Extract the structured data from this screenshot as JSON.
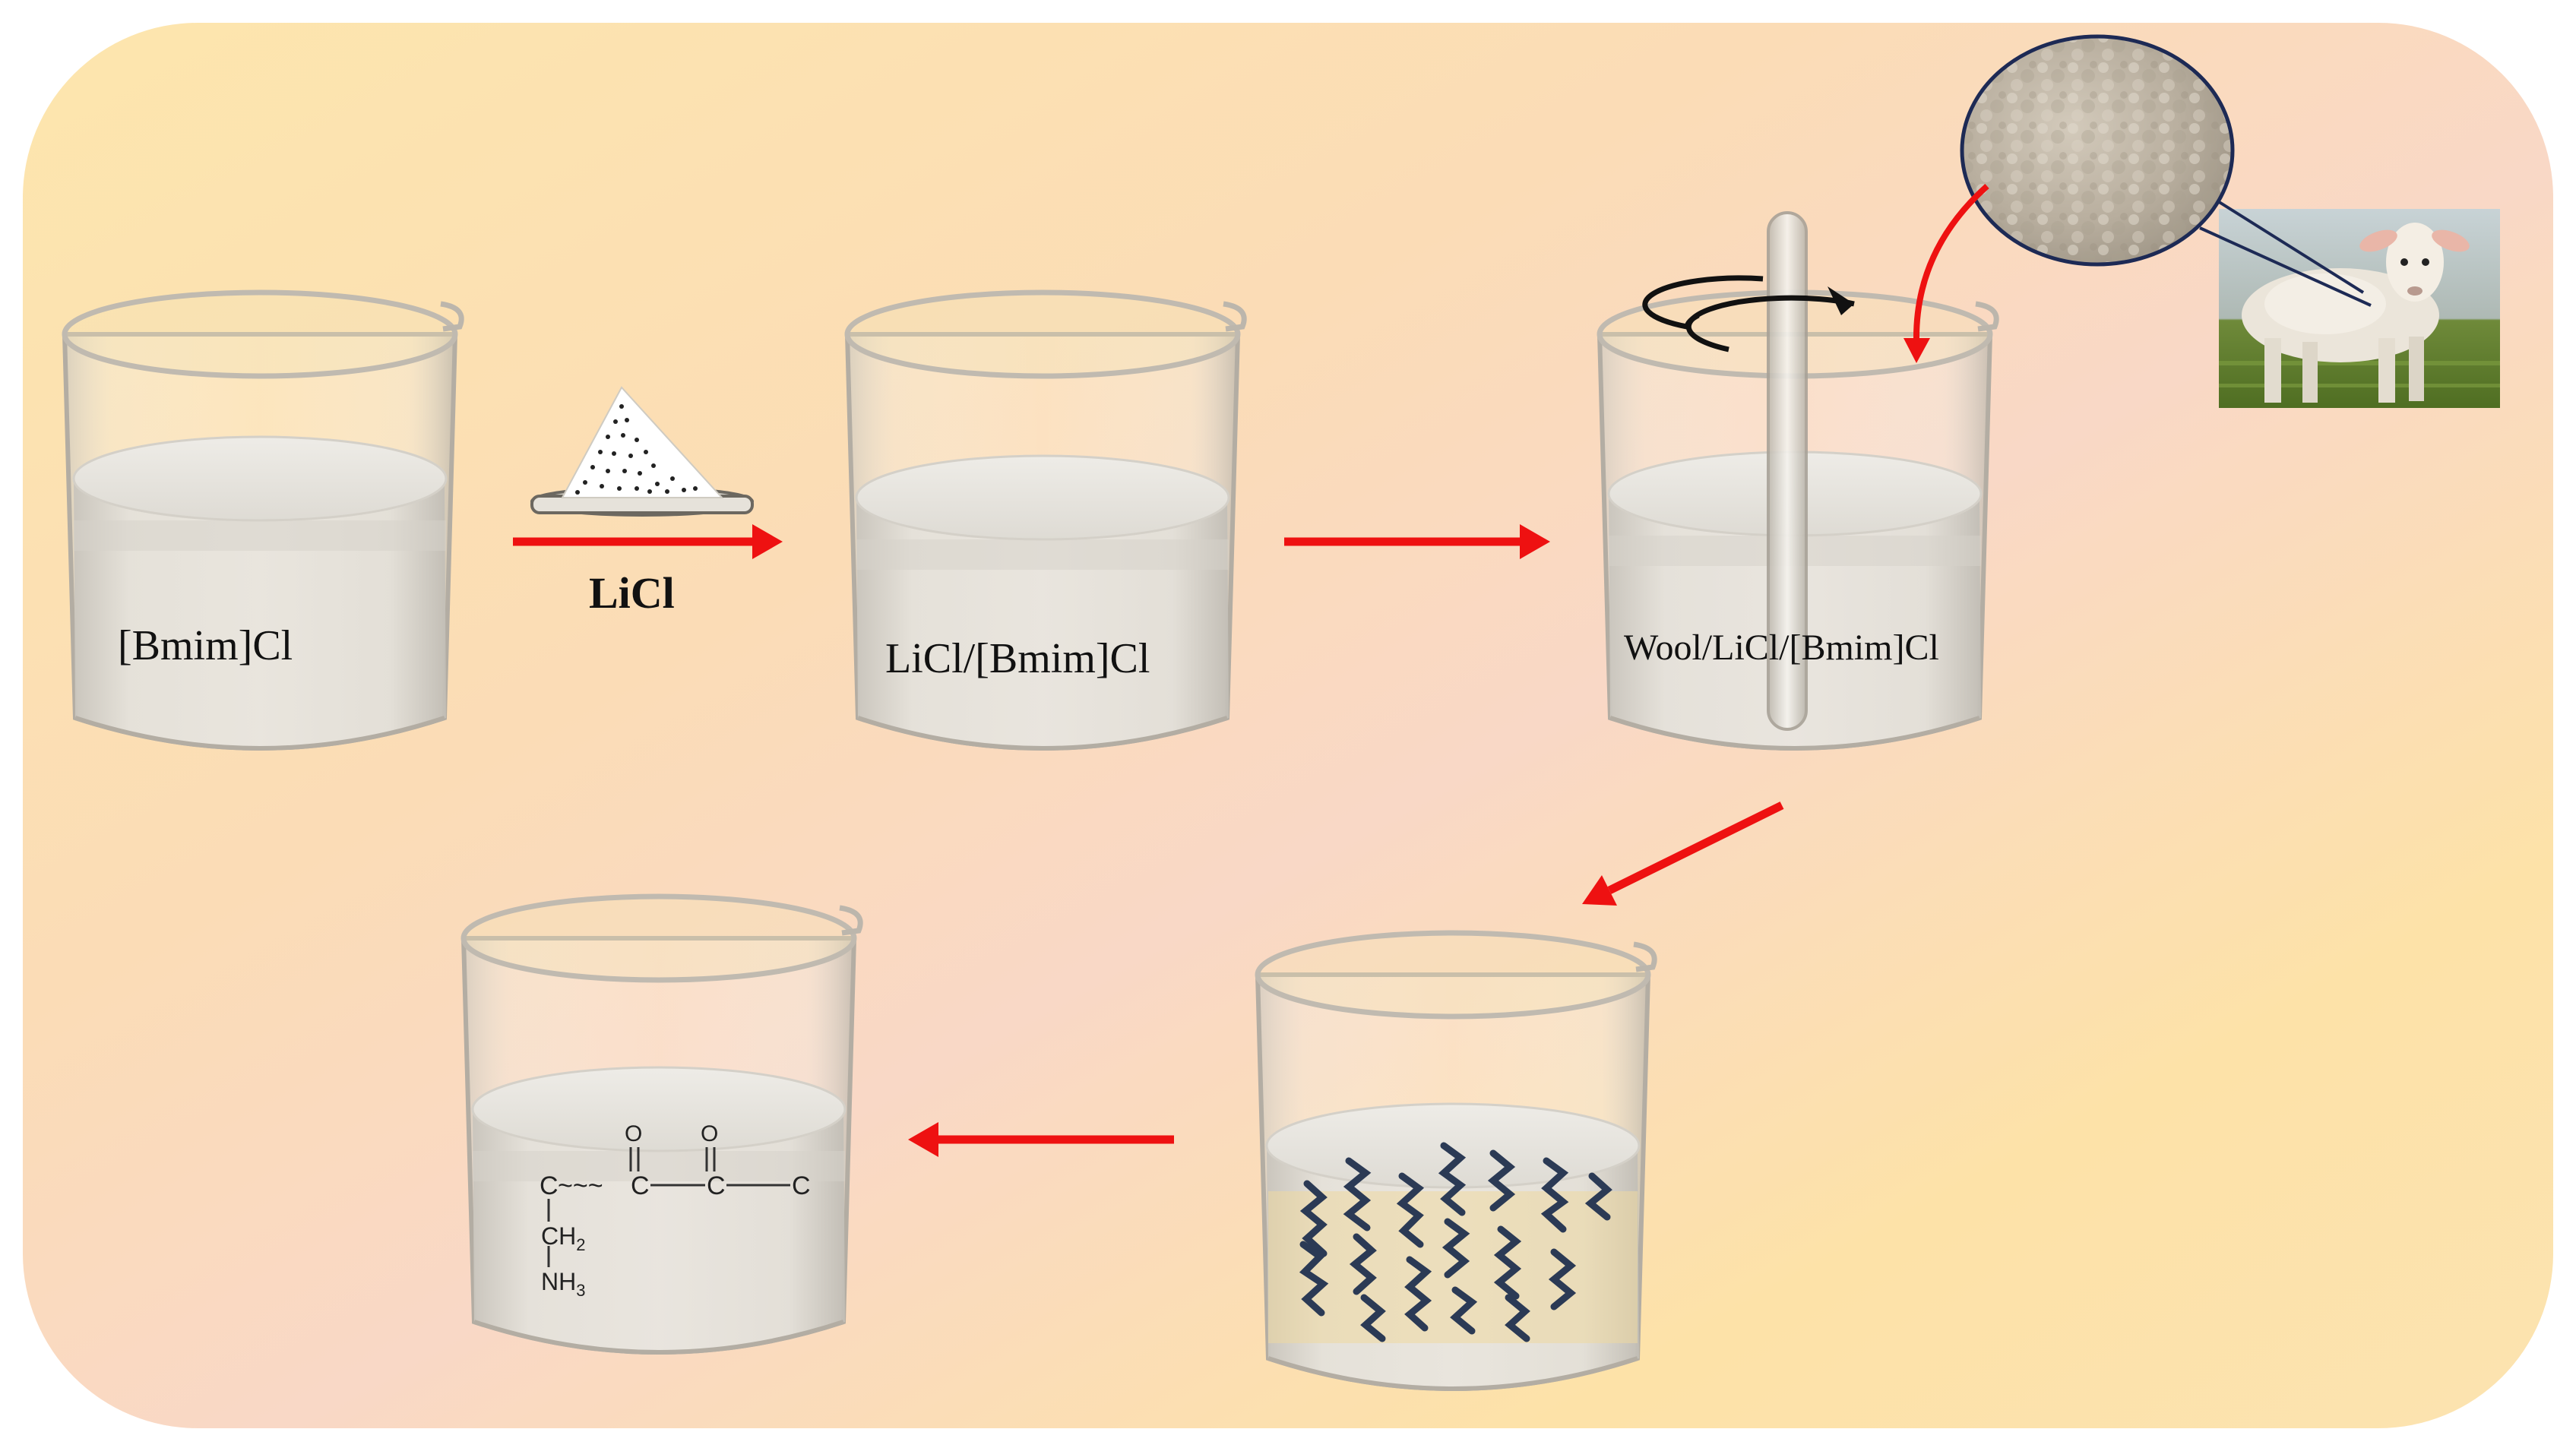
{
  "labels": {
    "beaker1": "[Bmim]Cl",
    "arrow1_reagent": "LiCl",
    "beaker2": "LiCl/[Bmim]Cl",
    "beaker3": "Wool/LiCl/[Bmim]Cl"
  },
  "structure": {
    "c_left": "C",
    "chain": "~~~",
    "c_mid": "C",
    "c_mid2": "C",
    "c_right": "C",
    "o1": "O",
    "o2": "O",
    "ch": "CH",
    "ch_sub": "2",
    "nh": "NH",
    "nh_sub": "3"
  },
  "colors": {
    "background_warm": "#fde3a6",
    "background_pink": "#f9d6c8",
    "arrow": "#ee1111",
    "liquid": "#dddad3",
    "fiber": "#2b3a55"
  },
  "icons": {
    "salt": "licl-powder-dish-icon",
    "sheep": "sheep-photo-icon",
    "magnifier": "wool-closeup-icon",
    "stir": "rotation-arrow-icon"
  }
}
